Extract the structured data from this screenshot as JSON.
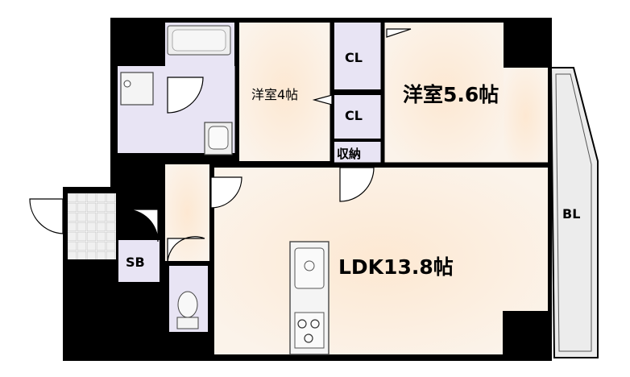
{
  "rooms": {
    "western_56": "洋室5.6帖",
    "western_4": "洋室4帖",
    "ldk": "LDK13.8帖",
    "closet_top": "CL",
    "closet_mid": "CL",
    "storage": "収納",
    "shoe_box": "SB",
    "balcony": "BL"
  },
  "colors": {
    "wall": "#000000",
    "room_floor": "#fbeee2",
    "wet_area": "#e8e4f4",
    "balcony_fill": "#ececec",
    "outline": "#000000"
  }
}
